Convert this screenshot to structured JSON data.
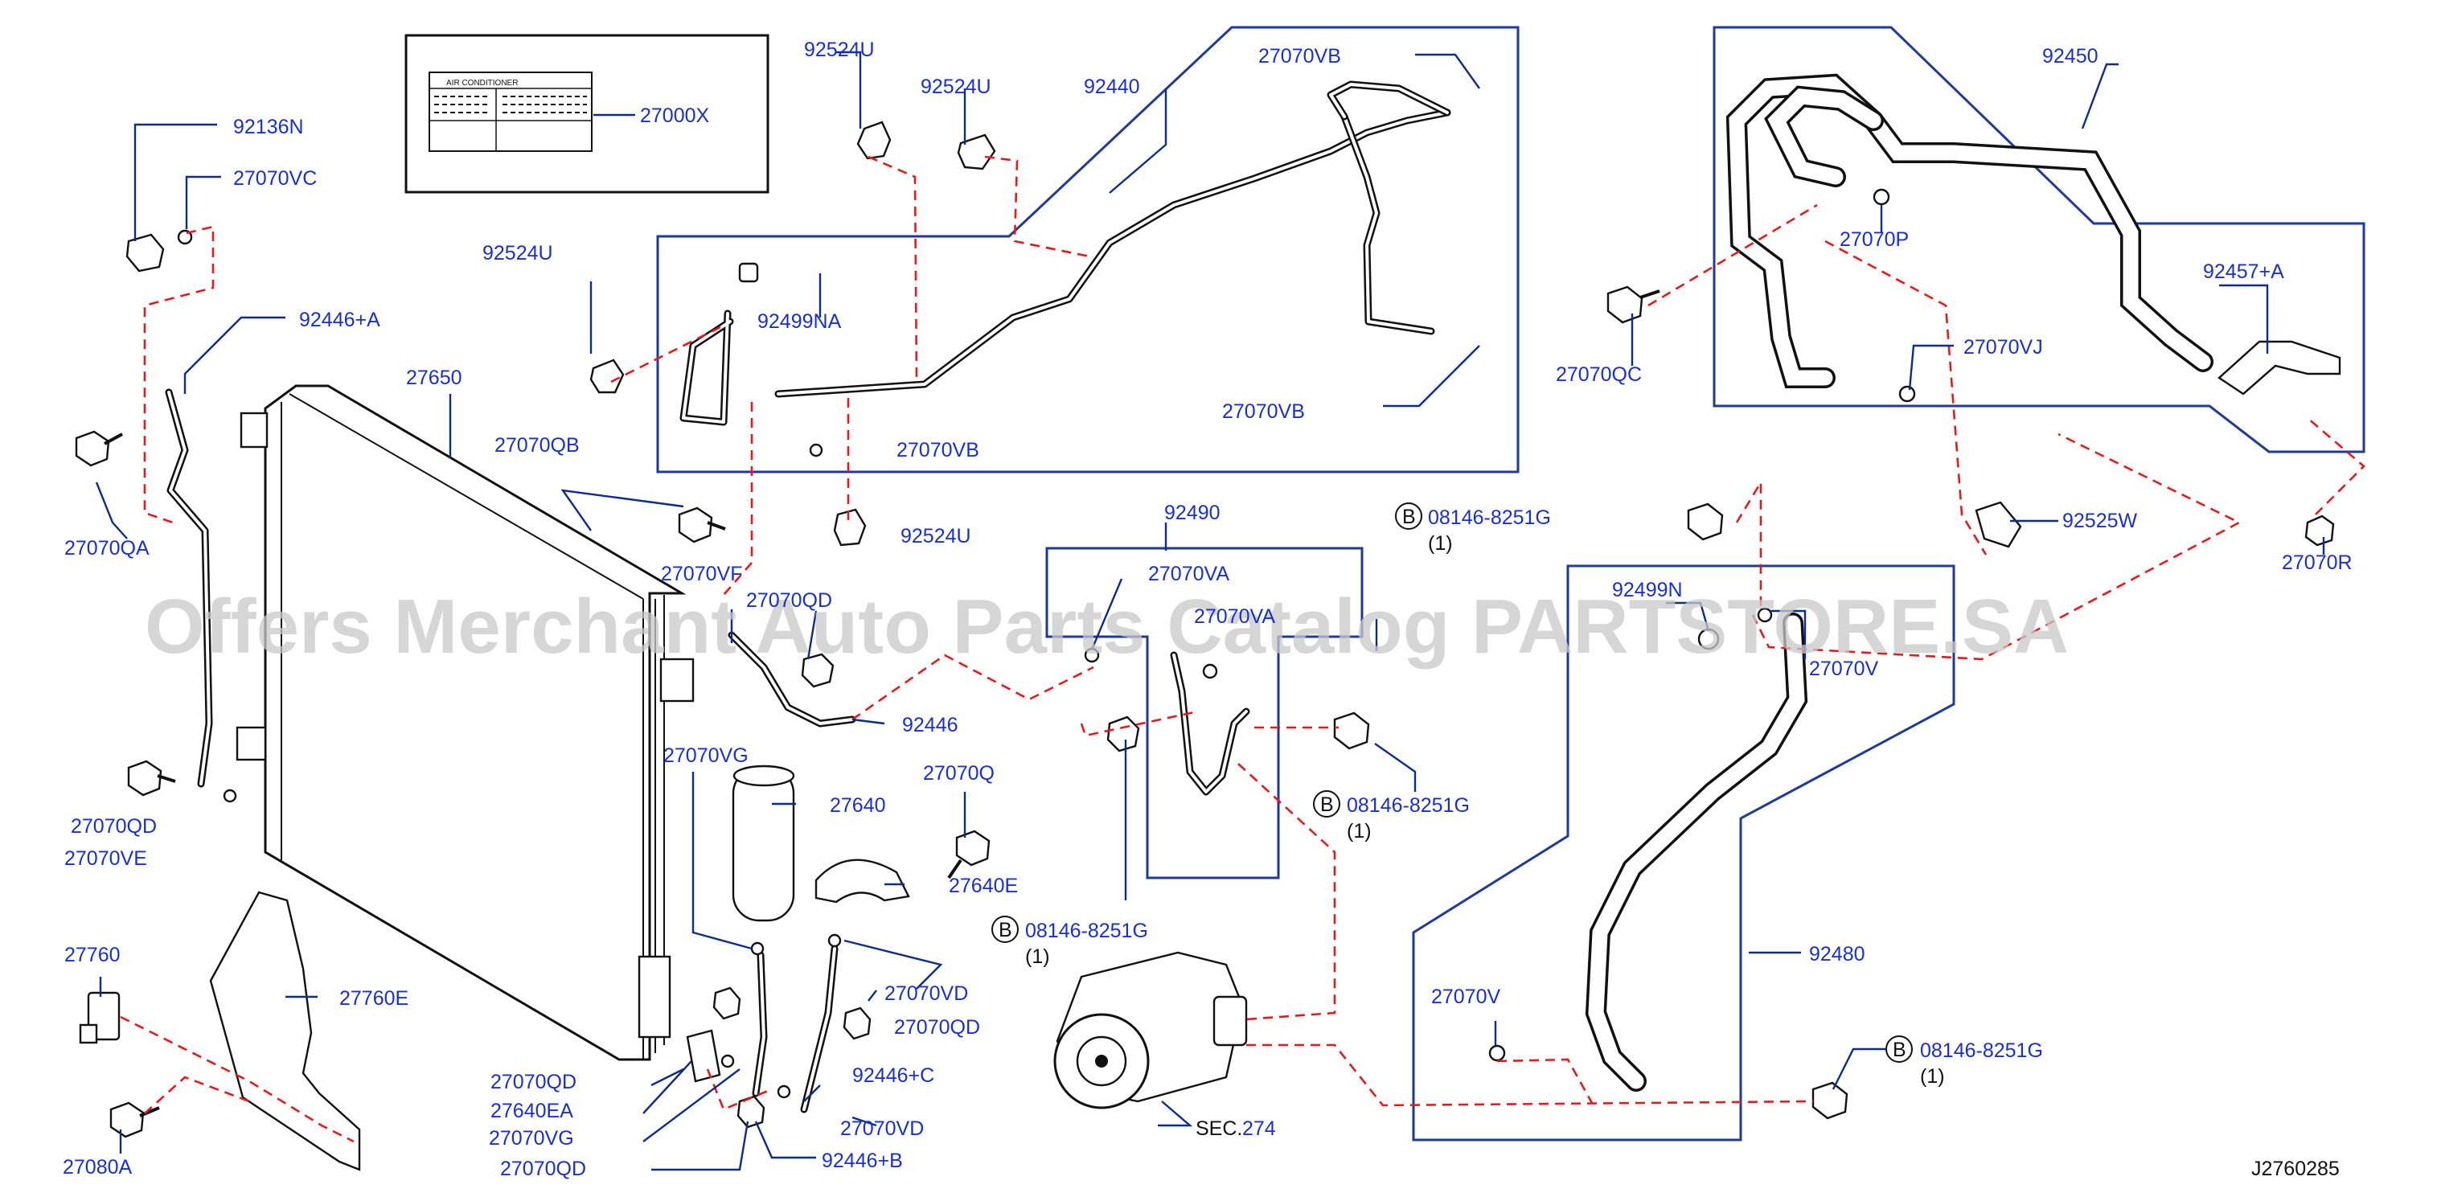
{
  "diagram_id": "J2760285",
  "watermark": "Offers Merchant Auto Parts Catalog PARTSTORE.SA",
  "label_plate": {
    "code": "27000X",
    "plate_title": "AIR CONDITIONER"
  },
  "sec_ref": {
    "prefix": "SEC.",
    "number": "274"
  },
  "callouts": {
    "p92136N": "92136N",
    "p27070VC": "27070VC",
    "p92446A": "92446+A",
    "p27070QA": "27070QA",
    "p27650": "27650",
    "p92524U_a": "92524U",
    "p92524U_b": "92524U",
    "p92524U_c": "92524U",
    "p92524U_d": "92524U",
    "p92440": "92440",
    "p27070VB_a": "27070VB",
    "p27070VB_b": "27070VB",
    "p27070VB_c": "27070VB",
    "p92499NA": "92499NA",
    "p27070QB": "27070QB",
    "p27070VF": "27070VF",
    "p27070QD_a": "27070QD",
    "p27070QD_b": "27070QD",
    "p27070QD_c": "27070QD",
    "p27070QD_d": "27070QD",
    "p27070QD_e": "27070QD",
    "p27070VE": "27070VE",
    "p92446": "92446",
    "p27070VG_a": "27070VG",
    "p27070VG_b": "27070VG",
    "p27640": "27640",
    "p27070Q": "27070Q",
    "p27640E": "27640E",
    "p27640EA": "27640EA",
    "p27070VD_a": "27070VD",
    "p27070VD_b": "27070VD",
    "p92446C": "92446+C",
    "p92446B": "92446+B",
    "p27760": "27760",
    "p27760E": "27760E",
    "p27080A": "27080A",
    "p92490": "92490",
    "p27070VA_a": "27070VA",
    "p27070VA_b": "27070VA",
    "p08146_a": "08146-8251G",
    "p08146_b": "08146-8251G",
    "p08146_c": "08146-8251G",
    "p08146_d": "08146-8251G",
    "qty": "(1)",
    "circleB": "B",
    "p92450": "92450",
    "p27070P": "27070P",
    "p27070QC": "27070QC",
    "p27070VJ": "27070VJ",
    "p92457A": "92457+A",
    "p92525W": "92525W",
    "p27070R": "27070R",
    "p92499N": "92499N",
    "p27070V_a": "27070V",
    "p27070V_b": "27070V",
    "p92480": "92480"
  }
}
